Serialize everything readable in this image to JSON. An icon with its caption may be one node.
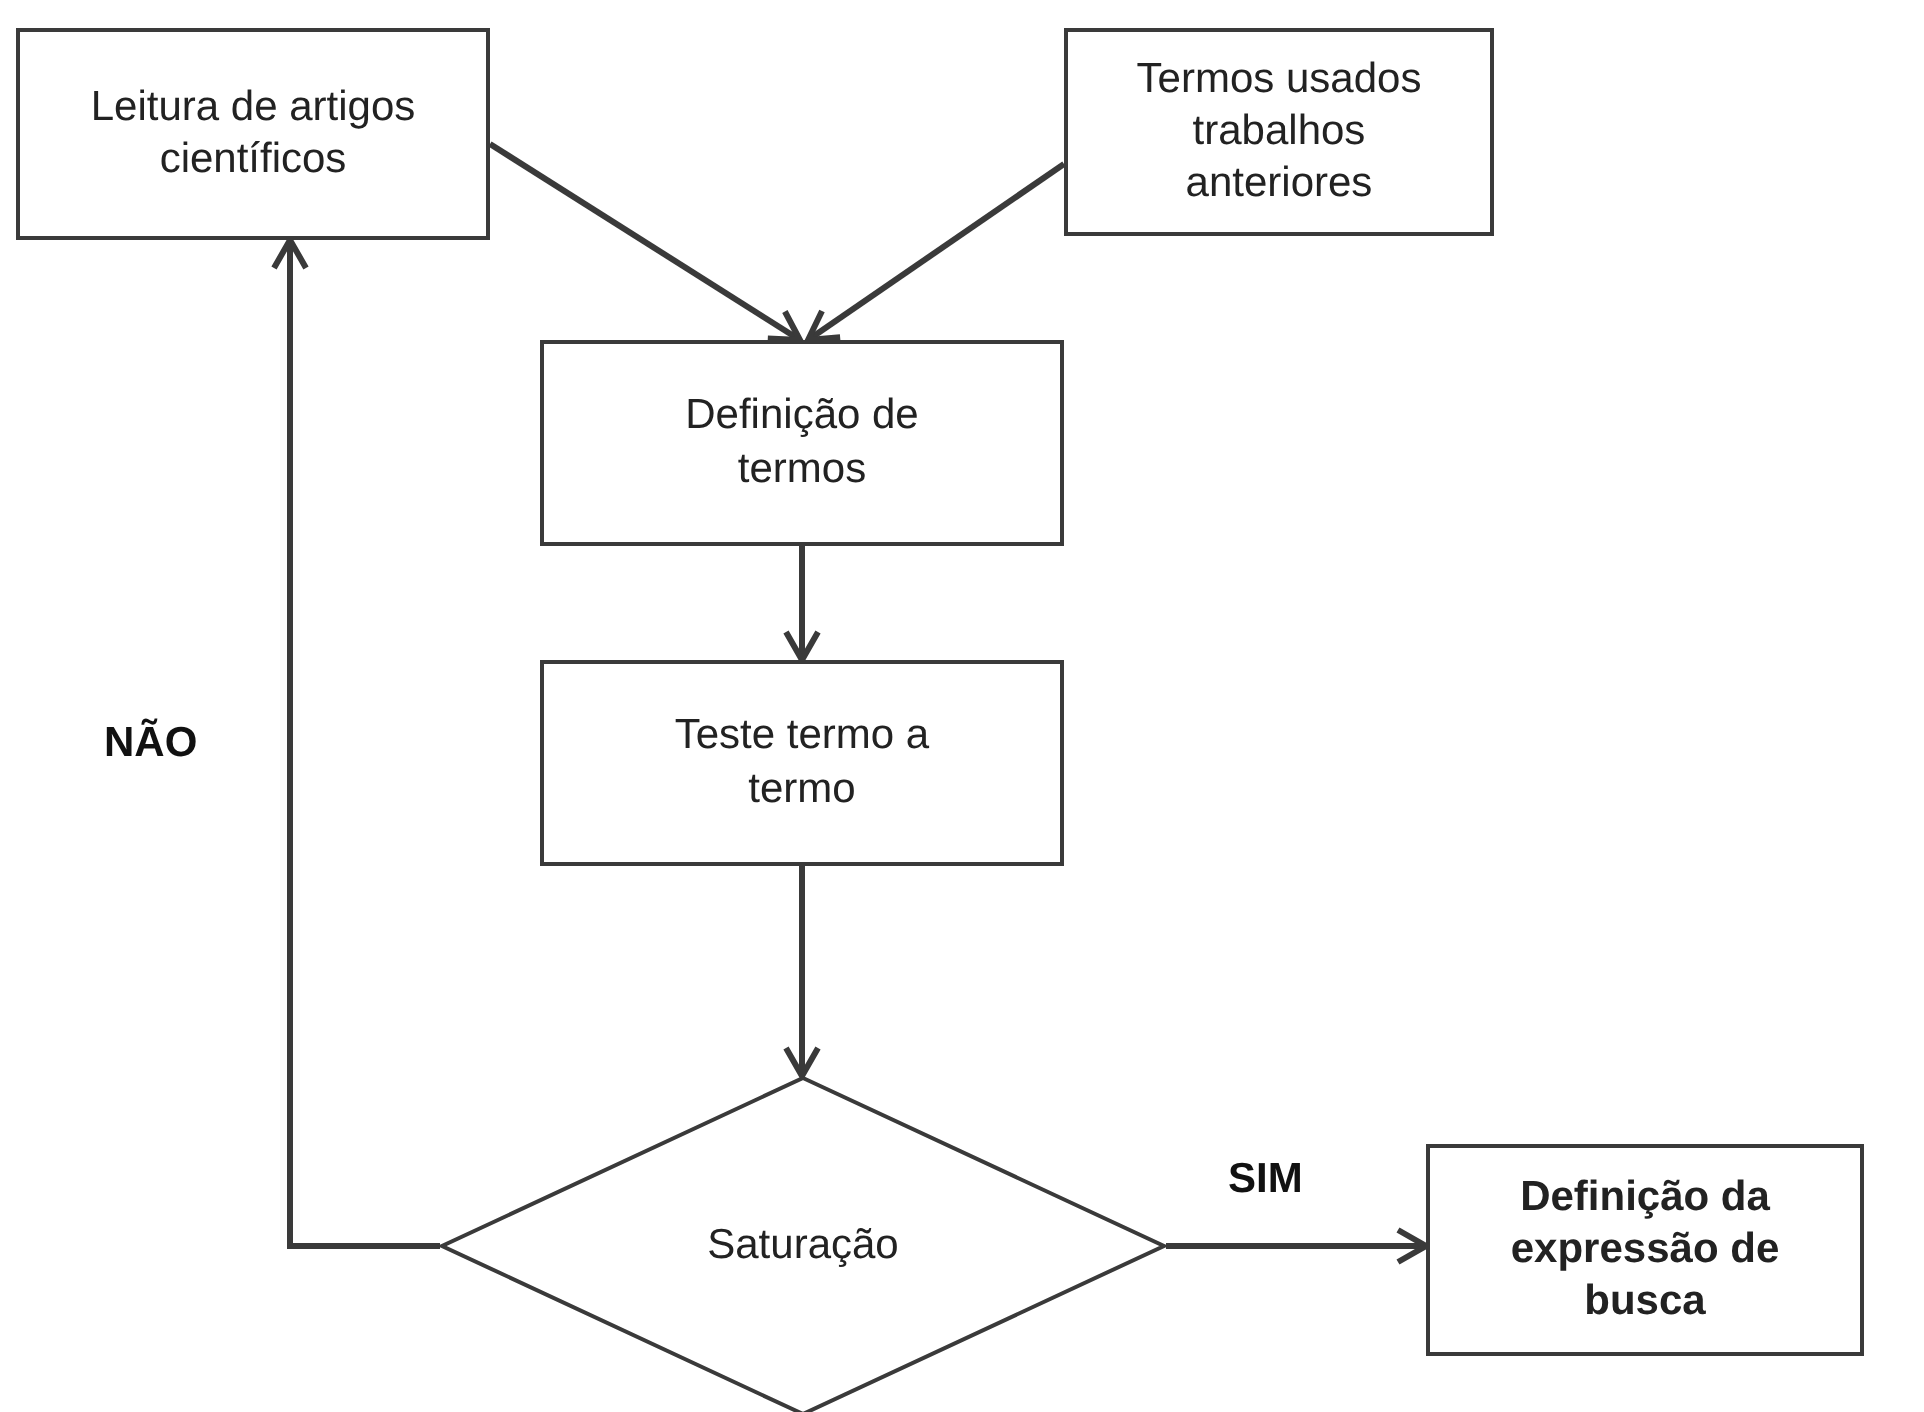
{
  "diagram": {
    "nodes": [
      {
        "text": [
          "Leitura de artigos científicos"
        ]
      },
      {
        "text": [
          "Termos usados trabalhos anteriores"
        ]
      },
      {
        "text": [
          "Definição de termos"
        ]
      },
      {
        "text": [
          "Teste termo a termo"
        ]
      },
      {
        "text": [
          "Saturação"
        ]
      },
      {
        "text": [
          "Definição da expressão de busca"
        ]
      }
    ],
    "edges": [
      {
        "from": 0,
        "to": 2,
        "arrow": "to"
      },
      {
        "from": 1,
        "to": 2,
        "arrow": "to"
      },
      {
        "from": 2,
        "to": 3,
        "arrow": "to"
      },
      {
        "from": 3,
        "to": 4,
        "arrow": "to"
      },
      {
        "from": 4,
        "to": 5,
        "arrow": "to",
        "label": "SIM"
      },
      {
        "from": 4,
        "to": 0,
        "arrow": "to",
        "label": "NÃO"
      }
    ]
  }
}
